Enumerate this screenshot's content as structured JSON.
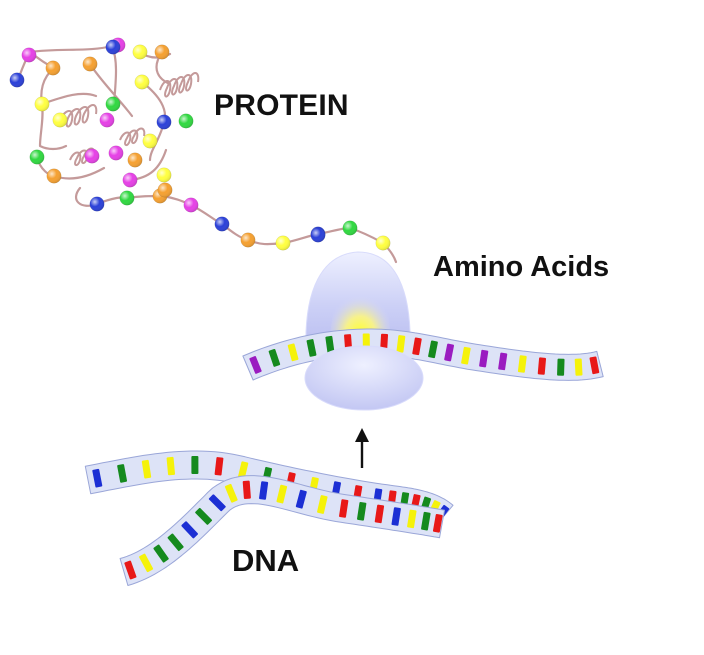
{
  "labels": {
    "protein": "PROTEIN",
    "amino_acids": "Amino Acids",
    "dna": "DNA"
  },
  "colors": {
    "background": "#ffffff",
    "text": "#111111",
    "chain": "#c49a9a",
    "strand_fill": "#dde3f7",
    "strand_edge": "#9aa6d8",
    "ribosome": "#c9ccf6",
    "ribosome_glow": "#ffff30",
    "arrow": "#111111",
    "bead_palette": {
      "magenta": "#e640e6",
      "orange": "#f5a030",
      "blue": "#2b40d8",
      "yellow": "#ffff40",
      "green": "#30d840"
    },
    "rung_palette": {
      "red": "#e81818",
      "yellow": "#f5f20a",
      "green": "#158a1e",
      "blue": "#1c2fd4",
      "purple": "#9a1cc0"
    }
  },
  "diagram": {
    "beads": [
      "magenta",
      "orange",
      "blue",
      "yellow",
      "orange",
      "magenta",
      "blue",
      "yellow",
      "orange",
      "yellow",
      "green",
      "blue",
      "green",
      "yellow",
      "magenta",
      "magenta",
      "green",
      "orange",
      "magenta",
      "yellow",
      "blue",
      "orange",
      "green",
      "orange",
      "blue",
      "magenta",
      "blue",
      "orange",
      "yellow",
      "blue",
      "green",
      "yellow",
      "orange",
      "magenta",
      "yellow"
    ],
    "mrna_rungs": [
      "purple",
      "green",
      "yellow",
      "green",
      "green",
      "red",
      "yellow",
      "red",
      "yellow",
      "red",
      "green",
      "purple",
      "yellow",
      "purple",
      "purple",
      "yellow",
      "red",
      "green",
      "yellow",
      "red"
    ],
    "dna_upper_rungs": [
      "blue",
      "green",
      "yellow",
      "yellow",
      "green",
      "red",
      "yellow",
      "green",
      "red",
      "yellow",
      "blue",
      "red",
      "blue",
      "red",
      "green",
      "red",
      "green",
      "yellow",
      "blue"
    ],
    "dna_lower_rungs": [
      "red",
      "yellow",
      "green",
      "green",
      "blue",
      "green",
      "blue",
      "yellow",
      "red",
      "blue",
      "yellow",
      "blue",
      "yellow",
      "red",
      "green",
      "red",
      "blue",
      "yellow",
      "green",
      "red"
    ]
  }
}
